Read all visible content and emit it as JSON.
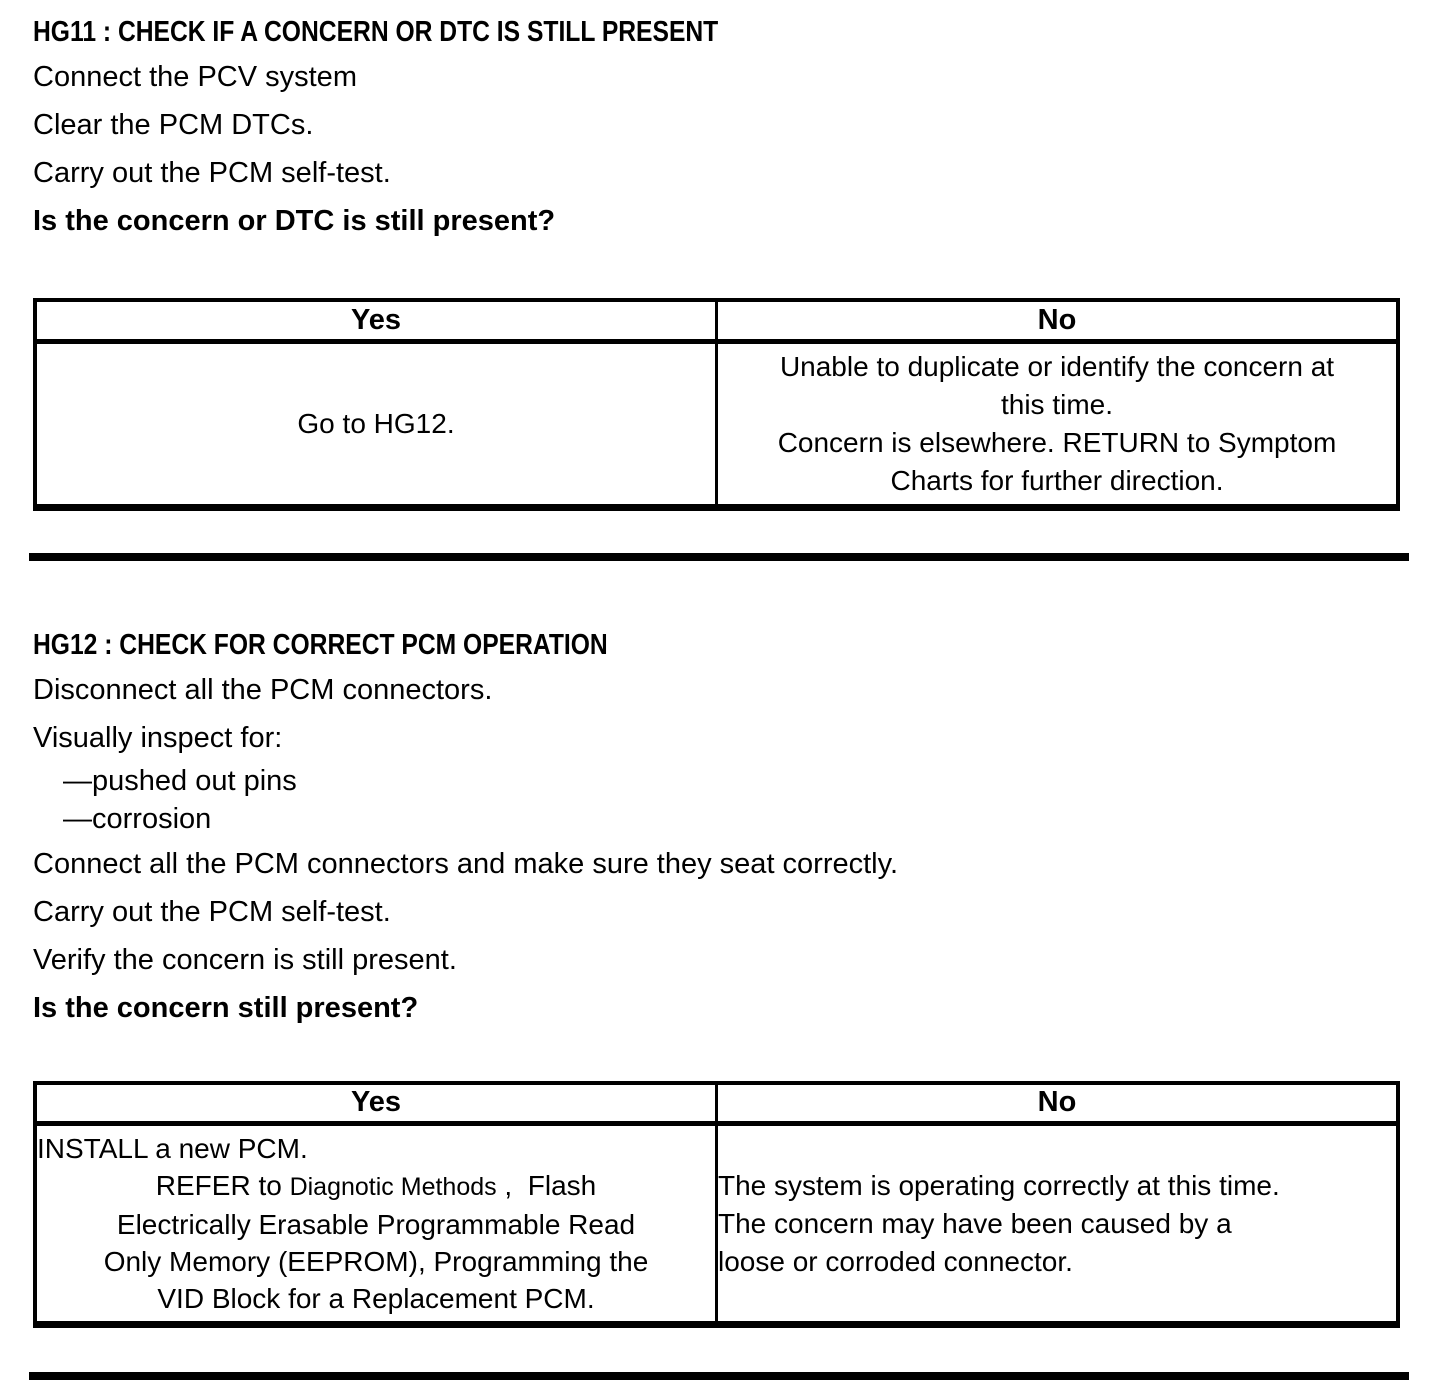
{
  "hg11": {
    "title": "HG11 : CHECK IF A CONCERN OR DTC IS STILL PRESENT",
    "steps": [
      "Connect the PCV system",
      "Clear the PCM DTCs.",
      "Carry out the PCM self-test."
    ],
    "question": "Is the concern or DTC is still present?",
    "result_table": {
      "yes_header": "Yes",
      "no_header": "No",
      "yes_action": "Go to HG12.",
      "no_action": "Unable to duplicate or identify the concern at\nthis time.\nConcern is elsewhere. RETURN to Symptom\nCharts for further direction."
    }
  },
  "hg12": {
    "title": "HG12 : CHECK FOR CORRECT PCM OPERATION",
    "step_disconnect": "Disconnect all the PCM connectors.",
    "step_inspect": "Visually inspect for:",
    "inspect_items": [
      "—pushed out pins",
      "—corrosion"
    ],
    "step_connect": "Connect all the PCM connectors and make sure they seat correctly.",
    "step_selftest": "Carry out the PCM self-test.",
    "step_verify": "Verify the concern is still present.",
    "question": "Is the concern still present?",
    "result_table": {
      "yes_header": "Yes",
      "no_header": "No",
      "yes_action_line1": "INSTALL a new PCM.",
      "yes_refer_prefix": "REFER to ",
      "yes_refer_link": "Diagnotic Methods",
      "yes_refer_suffix": " ,  Flash",
      "yes_action_rest": "Electrically Erasable Programmable Read\nOnly Memory (EEPROM), Programming the\nVID Block for a Replacement PCM.",
      "no_action": "The system is operating correctly at this time.\nThe concern may have been caused by a\nloose or corroded connector."
    }
  }
}
